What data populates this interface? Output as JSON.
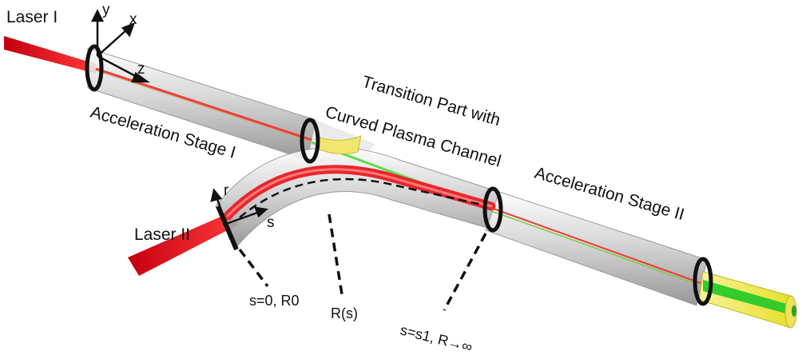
{
  "labels": {
    "laser1": "Laser I",
    "laser2": "Laser II",
    "axis_y": "y",
    "axis_x": "x",
    "axis_z": "z",
    "axis_r": "r",
    "axis_s": "s",
    "stage1": "Acceleration Stage I",
    "stage2": "Acceleration Stage II",
    "transition_line1": "Transition Part with",
    "transition_line2": "Curved Plasma Channel",
    "start_point": "s=0, R0",
    "radius": "R(s)",
    "end_point": "s=s1, R→∞"
  },
  "colors": {
    "laser": "#e8141c",
    "tube": "#c8c8c8",
    "ring": "#111111",
    "output_yellow": "#f2ee5a",
    "output_green": "#34d12a"
  }
}
